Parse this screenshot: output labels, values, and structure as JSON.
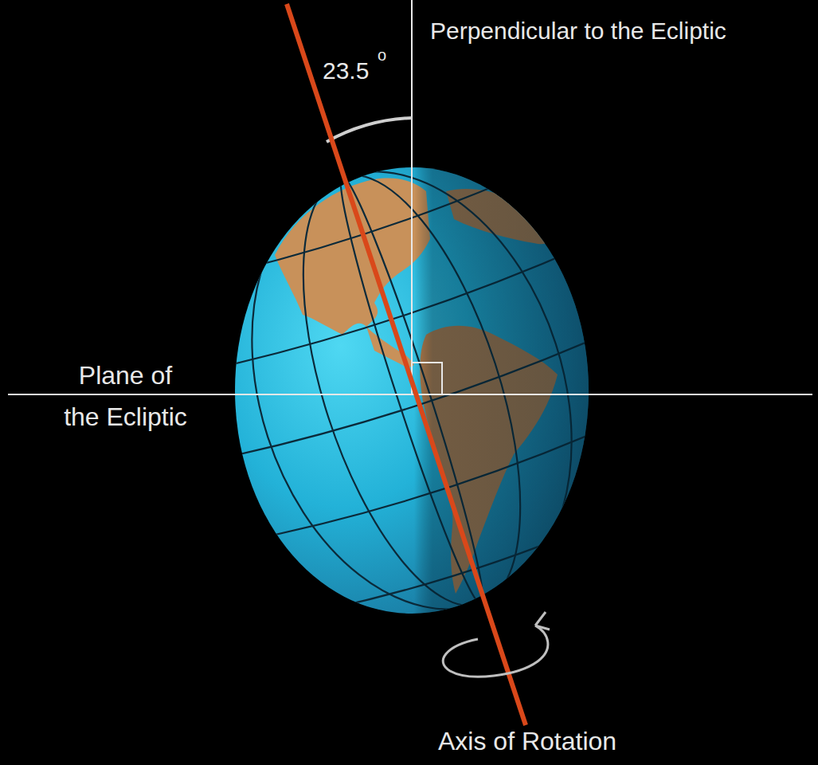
{
  "diagram": {
    "labels": [
      "Perpendicular to the Ecliptic",
      "23.5",
      "o",
      "Plane of the Ecliptic",
      "Axis of Rotation"
    ]
  }
}
